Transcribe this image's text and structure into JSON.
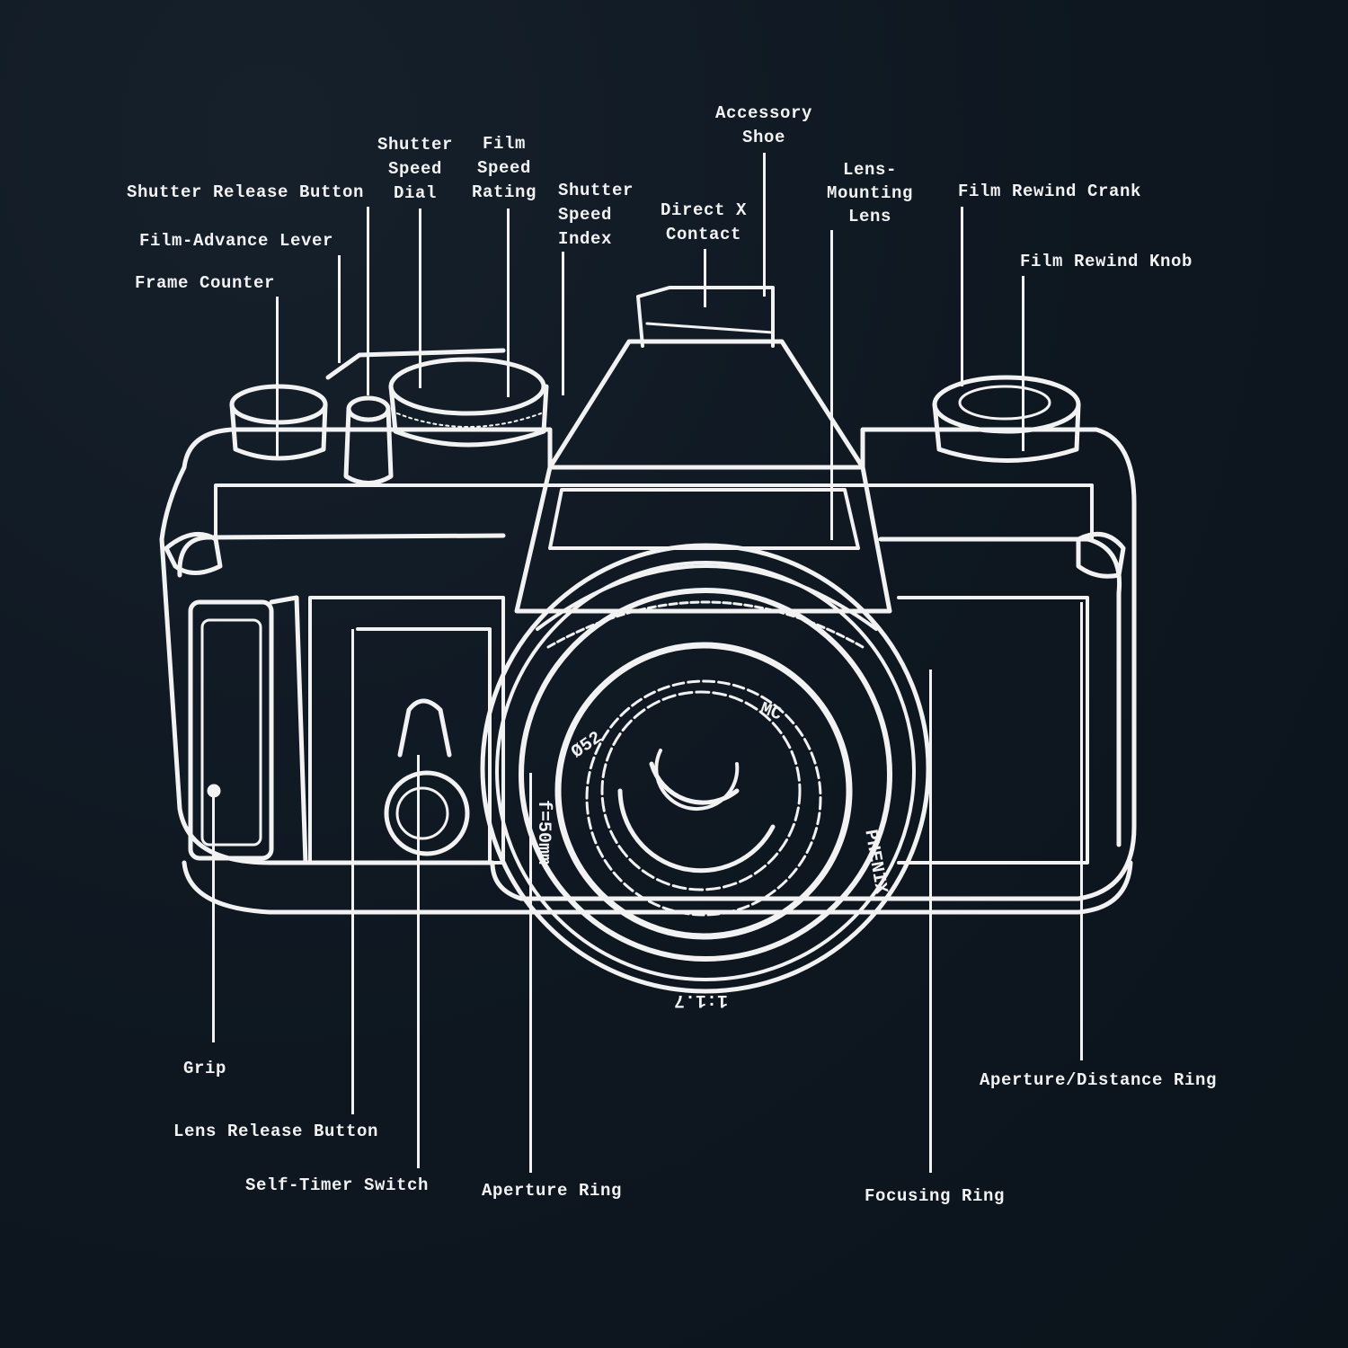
{
  "labels": {
    "accessory_shoe": [
      "Accessory",
      "Shoe"
    ],
    "shutter_speed_dial": [
      "Shutter",
      "Speed",
      "Dial"
    ],
    "film_speed_rating": [
      "Film",
      "Speed",
      "Rating"
    ],
    "shutter_release_button": [
      "Shutter Release Button"
    ],
    "film_advance_lever": [
      "Film-Advance Lever"
    ],
    "frame_counter": [
      "Frame Counter"
    ],
    "shutter_speed_index": [
      "Shutter",
      "Speed",
      "Index"
    ],
    "direct_x_contact": [
      "Direct X",
      "Contact"
    ],
    "lens_mounting_lens": [
      "Lens-",
      "Mounting",
      "Lens"
    ],
    "film_rewind_crank": [
      "Film Rewind Crank"
    ],
    "film_rewind_knob": [
      "Film Rewind Knob"
    ],
    "grip": [
      "Grip"
    ],
    "lens_release_button": [
      "Lens Release Button"
    ],
    "self_timer_switch": [
      "Self-Timer Switch"
    ],
    "aperture_ring": [
      "Aperture Ring"
    ],
    "focusing_ring": [
      "Focusing Ring"
    ],
    "aperture_distance_ring": [
      "Aperture/Distance Ring"
    ]
  },
  "lens_markings": {
    "filter": "Ø52",
    "coating": "MC",
    "brand": "PHENIX",
    "aperture": "1:1.7",
    "focal": "f=50mm"
  },
  "colors": {
    "background": "#0e1720",
    "line": "#f2f2f2"
  }
}
